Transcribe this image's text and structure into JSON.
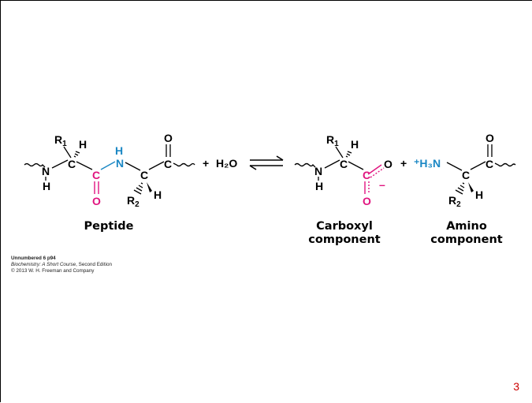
{
  "colors": {
    "black": "#000000",
    "magenta": "#e0147f",
    "blue": "#1a87c4",
    "page_number": "#cc0000"
  },
  "atoms": {
    "N": "N",
    "H": "H",
    "C": "C",
    "O": "O",
    "R": "R",
    "sub1": "1",
    "sub2": "2",
    "plus": "+",
    "water": "H₂O",
    "minus": "–",
    "ammonium": "⁺H₃N"
  },
  "labels": {
    "peptide": "Peptide",
    "carboxyl": [
      "Carboxyl",
      "component"
    ],
    "amino": [
      "Amino",
      "component"
    ]
  },
  "credits": {
    "line1": "Unnumbered 6 p94",
    "line2_italic": "Biochemistry: A Short Course",
    "line2_rest": ", Second Edition",
    "line3": "© 2013 W. H. Freeman and Company"
  },
  "page_number": "3"
}
